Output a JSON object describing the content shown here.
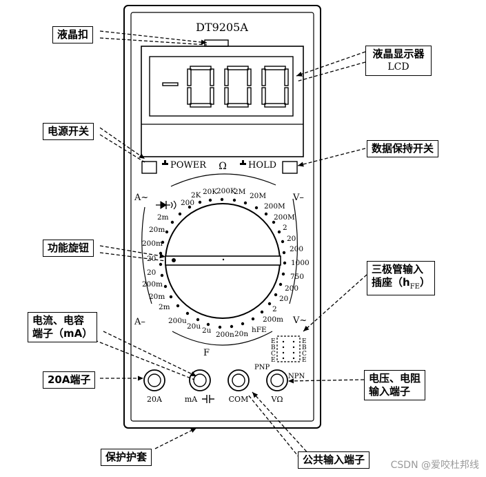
{
  "model": "DT9205A",
  "display_digits": "-000",
  "panel": {
    "power": "POWER",
    "hold": "HOLD",
    "ohm": "Ω",
    "a_ac": "A~",
    "v_dc": "V–",
    "a_dc": "A–",
    "v_ac": "V~",
    "f": "F",
    "pnp": "PNP",
    "npn": "NPN",
    "ebce_left": [
      "E",
      "B",
      "C",
      "E"
    ],
    "ebce_right": [
      "E",
      "B",
      "C",
      "E"
    ],
    "terminal_20a": "20A",
    "terminal_ma": "mA",
    "terminal_com": "COM",
    "terminal_v": "VΩ"
  },
  "dial_labels": {
    "ohm_top": [
      "200",
      "2K",
      "20K",
      "200K",
      "2M",
      "20M"
    ],
    "ohm_right": [
      "200M",
      "200M"
    ],
    "vdc": [
      "2",
      "20",
      "200",
      "1000"
    ],
    "vac": [
      "750",
      "200",
      "20",
      "2",
      "200m"
    ],
    "hfe": "hFE",
    "cap": [
      "20n",
      "200n",
      "2u",
      "20u",
      "200u"
    ],
    "adc": [
      "2m",
      "20m",
      "200m",
      "20"
    ],
    "aac": [
      "2m",
      "20m",
      "200m",
      "20"
    ]
  },
  "callouts": {
    "lcd_clip": "液晶扣",
    "lcd_display": "液晶显示器",
    "lcd_display_sub": "LCD",
    "power_switch": "电源开关",
    "hold_switch": "数据保持开关",
    "knob": "功能旋钮",
    "transistor_socket": "三极管输入",
    "transistor_socket_2": "插座（h",
    "transistor_socket_sub": "FE",
    "transistor_socket_end": "）",
    "ma_terminal": "电流、电容",
    "ma_terminal_2": "端子（mA）",
    "terminal_20a": "20A端子",
    "v_terminal": "电压、电阻",
    "v_terminal_2": "输入端子",
    "case": "保护护套",
    "com_terminal": "公共输入端子"
  },
  "watermark": "CSDN @爱咬杜邦线"
}
